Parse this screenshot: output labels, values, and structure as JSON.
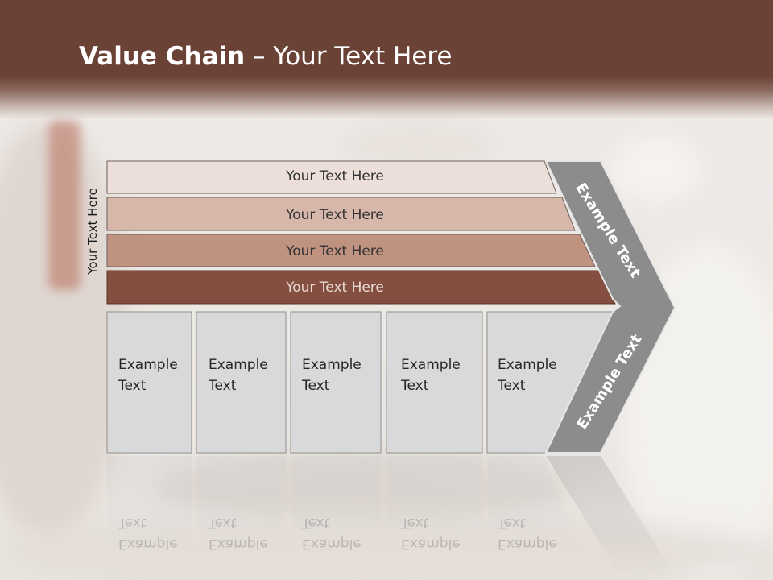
{
  "slide": {
    "title_bold": "Value Chain",
    "title_rest": " – Your Text Here",
    "side_label": "Your Text Here"
  },
  "bars": [
    {
      "label": "Your Text Here",
      "color": "#ecdfda"
    },
    {
      "label": "Your Text Here",
      "color": "#d6b7aa"
    },
    {
      "label": "Your Text Here",
      "color": "#c09280"
    },
    {
      "label": "Your Text Here",
      "color": "#844f40"
    }
  ],
  "cards": [
    {
      "line1": "Example",
      "line2": "Text"
    },
    {
      "line1": "Example",
      "line2": "Text"
    },
    {
      "line1": "Example",
      "line2": "Text"
    },
    {
      "line1": "Example",
      "line2": "Text"
    },
    {
      "line1": "Example",
      "line2": "Text"
    }
  ],
  "chevron": {
    "top_label": "Example Text",
    "bottom_label": "Example Text",
    "color": "#8c8c8c",
    "card_color": "#d9d9d9"
  }
}
